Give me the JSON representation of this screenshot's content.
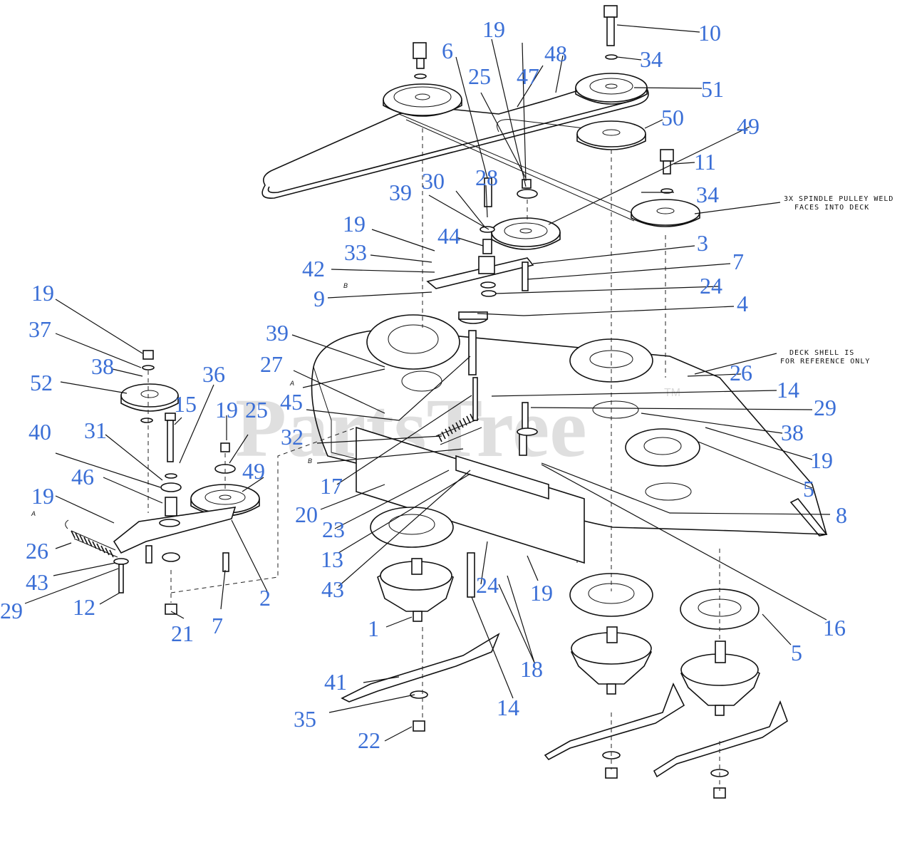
{
  "watermark": {
    "text": "PartsTree",
    "tm": "TM"
  },
  "notes": {
    "pulley_line1": "3X SPINDLE PULLEY WELD",
    "pulley_line2": "FACES INTO DECK",
    "deck_line1": "DECK SHELL IS",
    "deck_line2": "FOR REFERENCE ONLY"
  },
  "tags": {
    "a1": "A",
    "a2": "A",
    "b1": "B",
    "b2": "B"
  },
  "callouts": [
    "1",
    "2",
    "3",
    "4",
    "5",
    "5",
    "6",
    "7",
    "7",
    "8",
    "9",
    "10",
    "11",
    "12",
    "13",
    "14",
    "14",
    "15",
    "16",
    "17",
    "18",
    "19",
    "19",
    "19",
    "19",
    "19",
    "19",
    "19",
    "20",
    "21",
    "22",
    "23",
    "24",
    "24",
    "25",
    "25",
    "26",
    "26",
    "27",
    "28",
    "29",
    "29",
    "30",
    "31",
    "32",
    "33",
    "34",
    "34",
    "35",
    "36",
    "37",
    "38",
    "38",
    "39",
    "39",
    "40",
    "41",
    "42",
    "43",
    "43",
    "44",
    "45",
    "46",
    "47",
    "48",
    "49",
    "49",
    "50",
    "51",
    "52"
  ],
  "colors": {
    "callout": "#3b6fd6",
    "line": "#111111"
  }
}
